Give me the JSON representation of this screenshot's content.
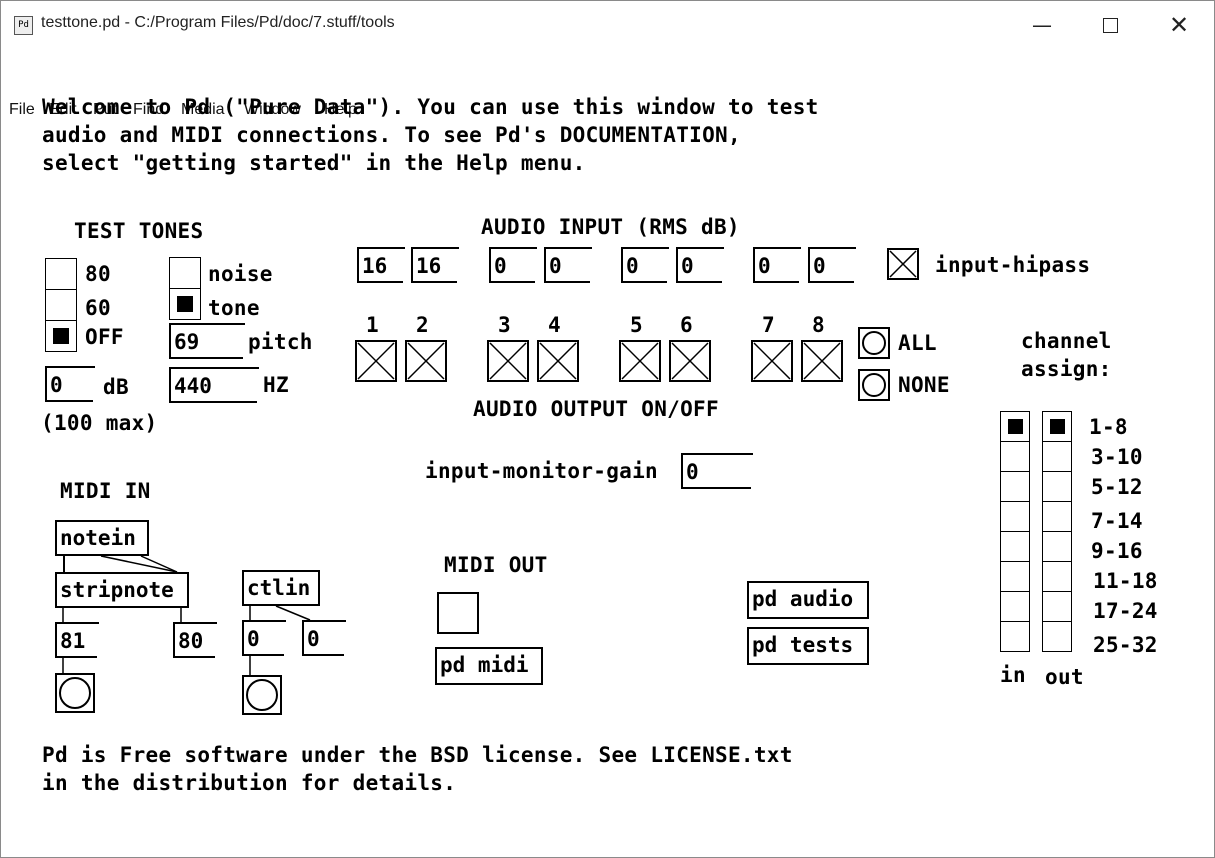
{
  "window": {
    "icon_label": "Pd",
    "title": "testtone.pd  - C:/Program Files/Pd/doc/7.stuff/tools",
    "controls": [
      "minimize",
      "maximize",
      "close"
    ]
  },
  "menu": [
    "File",
    "Edit",
    "Put",
    "Find",
    "Media",
    "Window",
    "Help"
  ],
  "welcome": [
    "Welcome to Pd (\"Pure Data\"). You can use this window to test",
    "audio and MIDI connections. To see Pd's DOCUMENTATION,",
    "select \"getting started\" in the Help menu."
  ],
  "test_tones": {
    "title": "TEST TONES",
    "level_options": [
      "80",
      "60",
      "OFF"
    ],
    "level_selected": "OFF",
    "type_options": [
      "noise",
      "tone"
    ],
    "type_selected": "tone",
    "pitch_value": "69",
    "pitch_label": "pitch",
    "db_value": "0",
    "db_label": "dB",
    "db_note": "(100 max)",
    "hz_value": "440",
    "hz_label": "HZ"
  },
  "audio_input": {
    "title": "AUDIO INPUT (RMS dB)",
    "meters": [
      "16",
      "16",
      "0",
      "0",
      "0",
      "0",
      "0",
      "0"
    ],
    "hipass_label": "input-hipass"
  },
  "audio_output": {
    "channels": [
      "1",
      "2",
      "3",
      "4",
      "5",
      "6",
      "7",
      "8"
    ],
    "title": "AUDIO OUTPUT ON/OFF",
    "all_label": "ALL",
    "none_label": "NONE"
  },
  "monitor": {
    "label": "input-monitor-gain",
    "value": "0"
  },
  "midi_in": {
    "title": "MIDI IN",
    "notein": "notein",
    "stripnote": "stripnote",
    "ctlin": "ctlin",
    "note_value": "81",
    "velocity_value": "80",
    "ctl_value": "0",
    "ctl_num": "0"
  },
  "midi_out": {
    "title": "MIDI OUT",
    "pd_midi": "pd midi"
  },
  "subpatches": {
    "audio": "pd audio",
    "tests": "pd tests"
  },
  "channel_assign": {
    "title_line1": "channel",
    "title_line2": "assign:",
    "ranges": [
      "1-8",
      "3-10",
      "5-12",
      "7-14",
      "9-16",
      "11-18",
      "17-24",
      "25-32"
    ],
    "in_label": "in",
    "out_label": "out",
    "in_selected": "1-8",
    "out_selected": "1-8"
  },
  "footer": [
    "Pd is Free software under the BSD license. See LICENSE.txt",
    "in the distribution for details."
  ]
}
